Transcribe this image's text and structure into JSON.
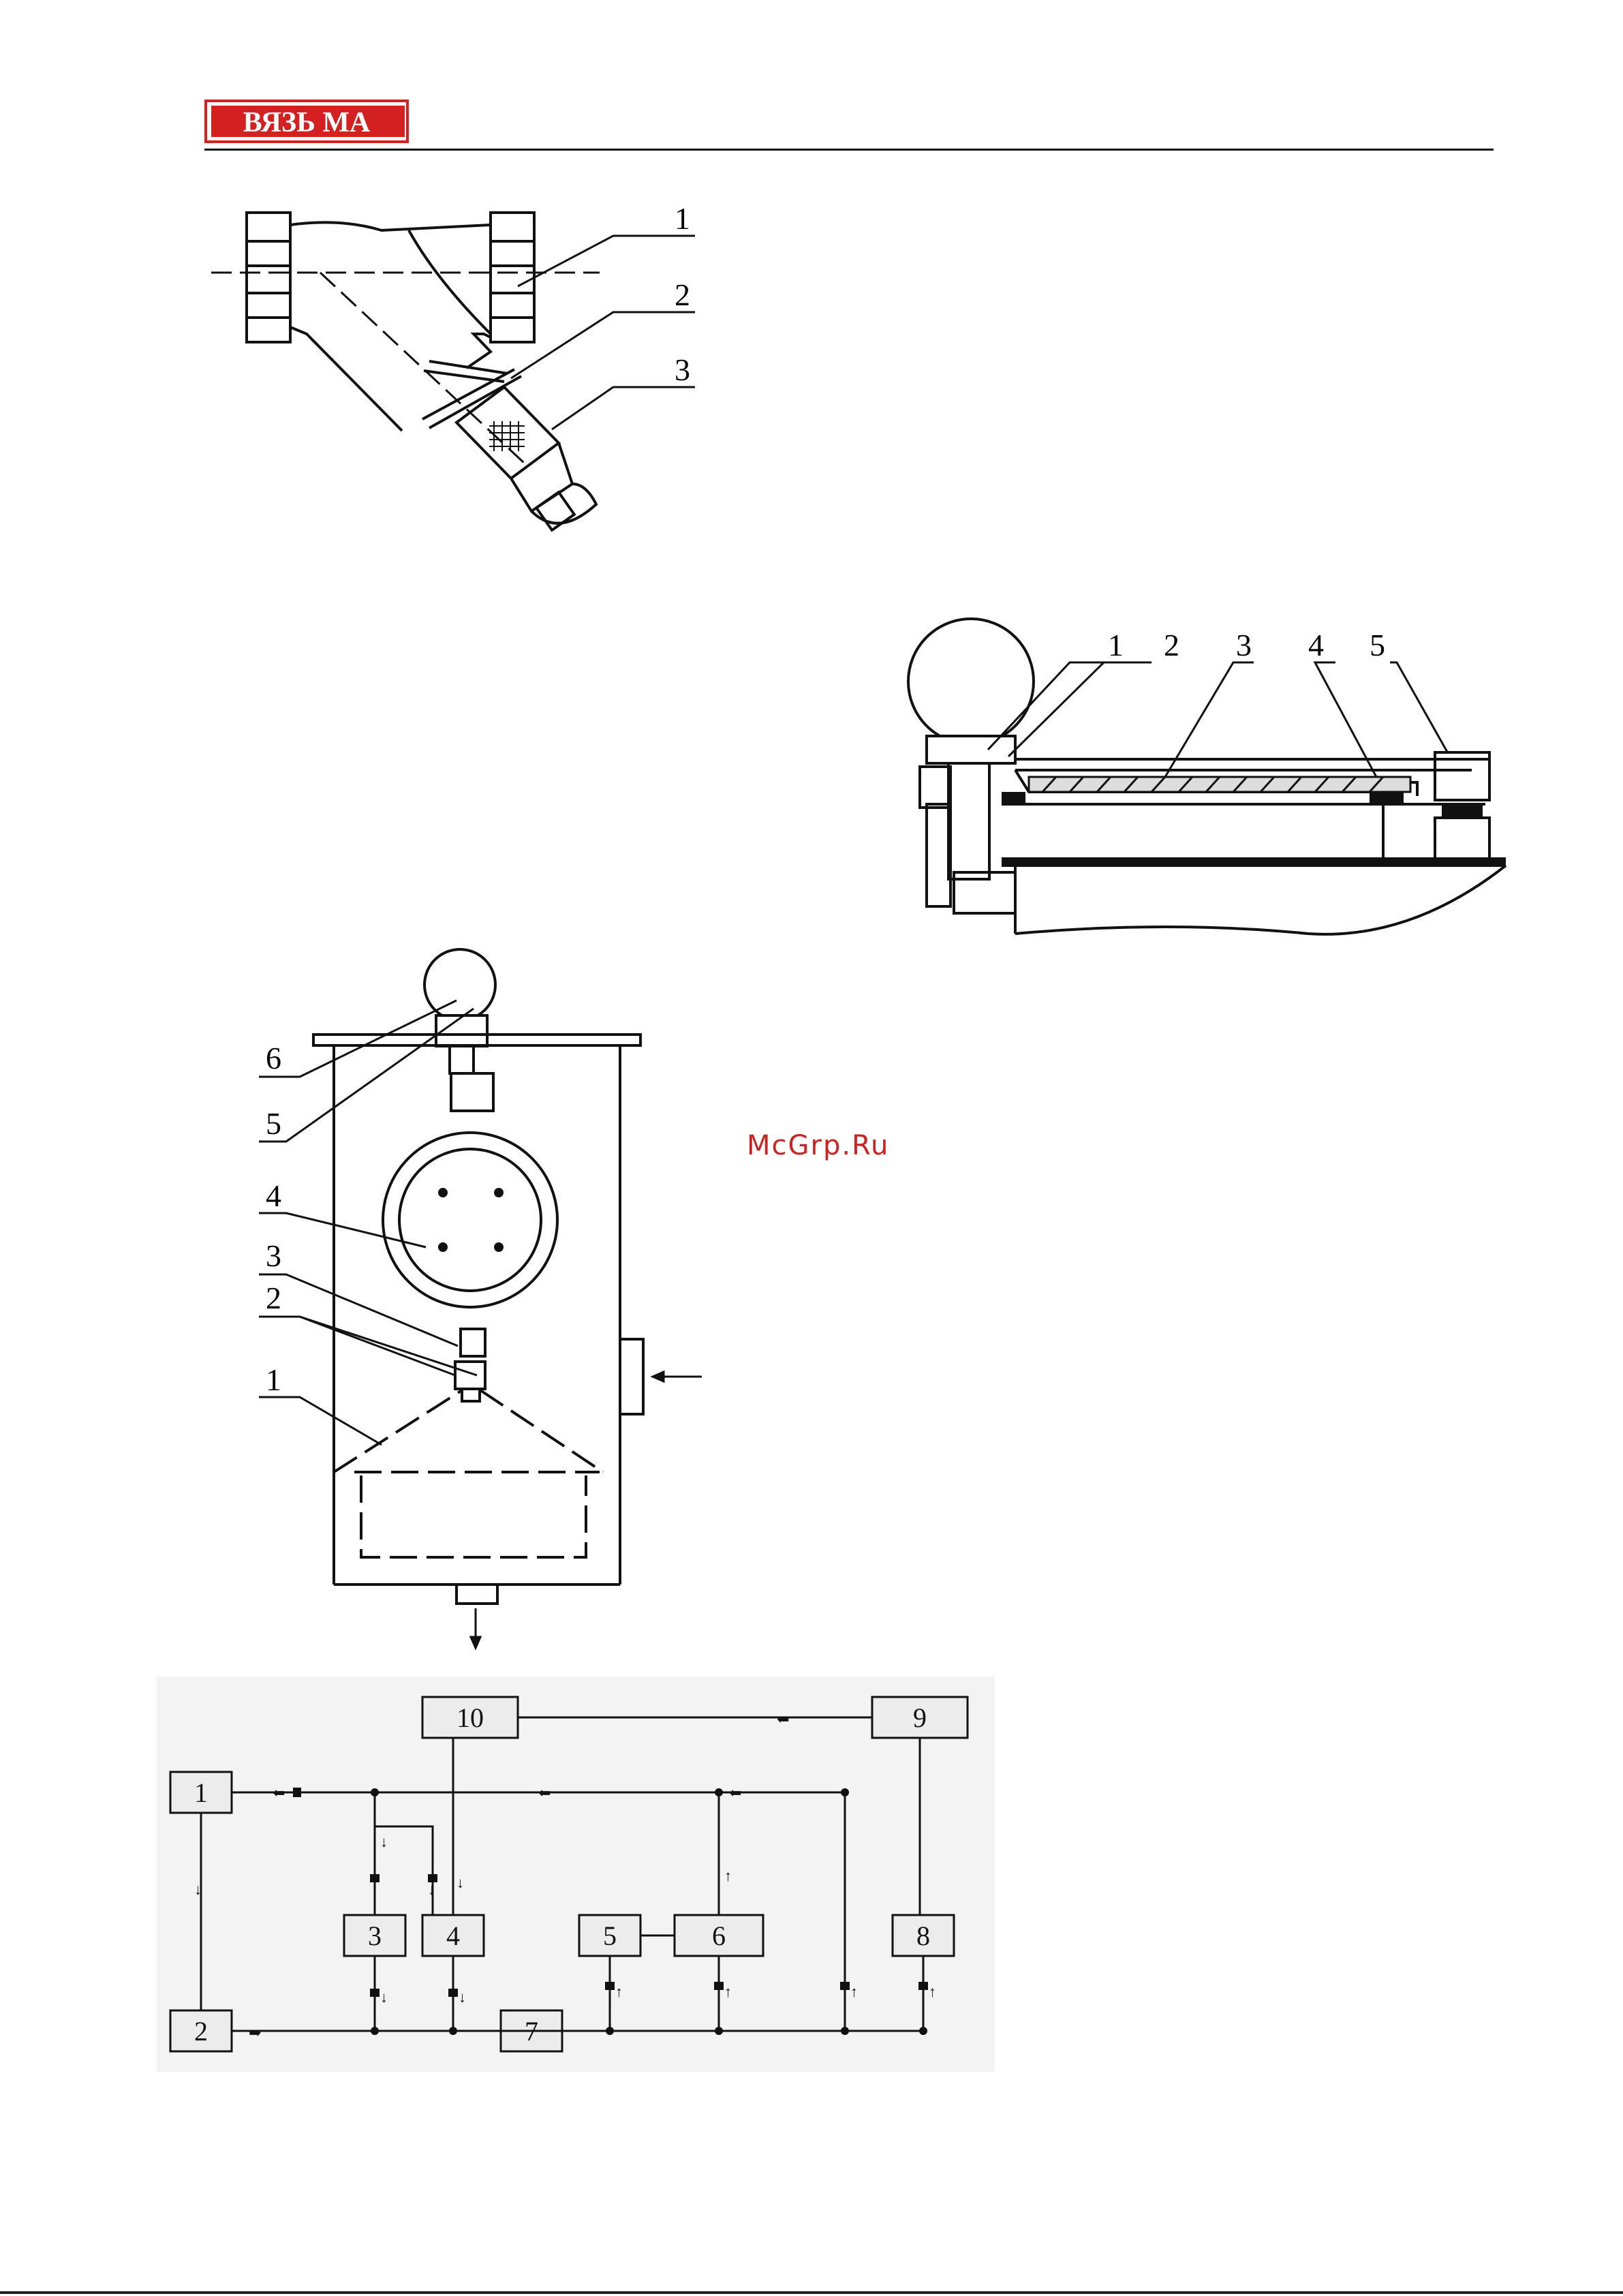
{
  "header": {
    "logo_text": "ВЯЗЬ МА",
    "brand_color": "#d42020"
  },
  "figure_filter": {
    "labels": [
      "1",
      "2",
      "3"
    ]
  },
  "figure_lid": {
    "labels": [
      "1",
      "2",
      "3",
      "4",
      "5"
    ]
  },
  "figure_tank": {
    "labels": [
      "6",
      "5",
      "4",
      "3",
      "2",
      "1"
    ]
  },
  "figure_scheme": {
    "blocks": [
      "1",
      "2",
      "3",
      "4",
      "5",
      "6",
      "7",
      "8",
      "9",
      "10"
    ]
  },
  "watermark": "McGrp.Ru"
}
